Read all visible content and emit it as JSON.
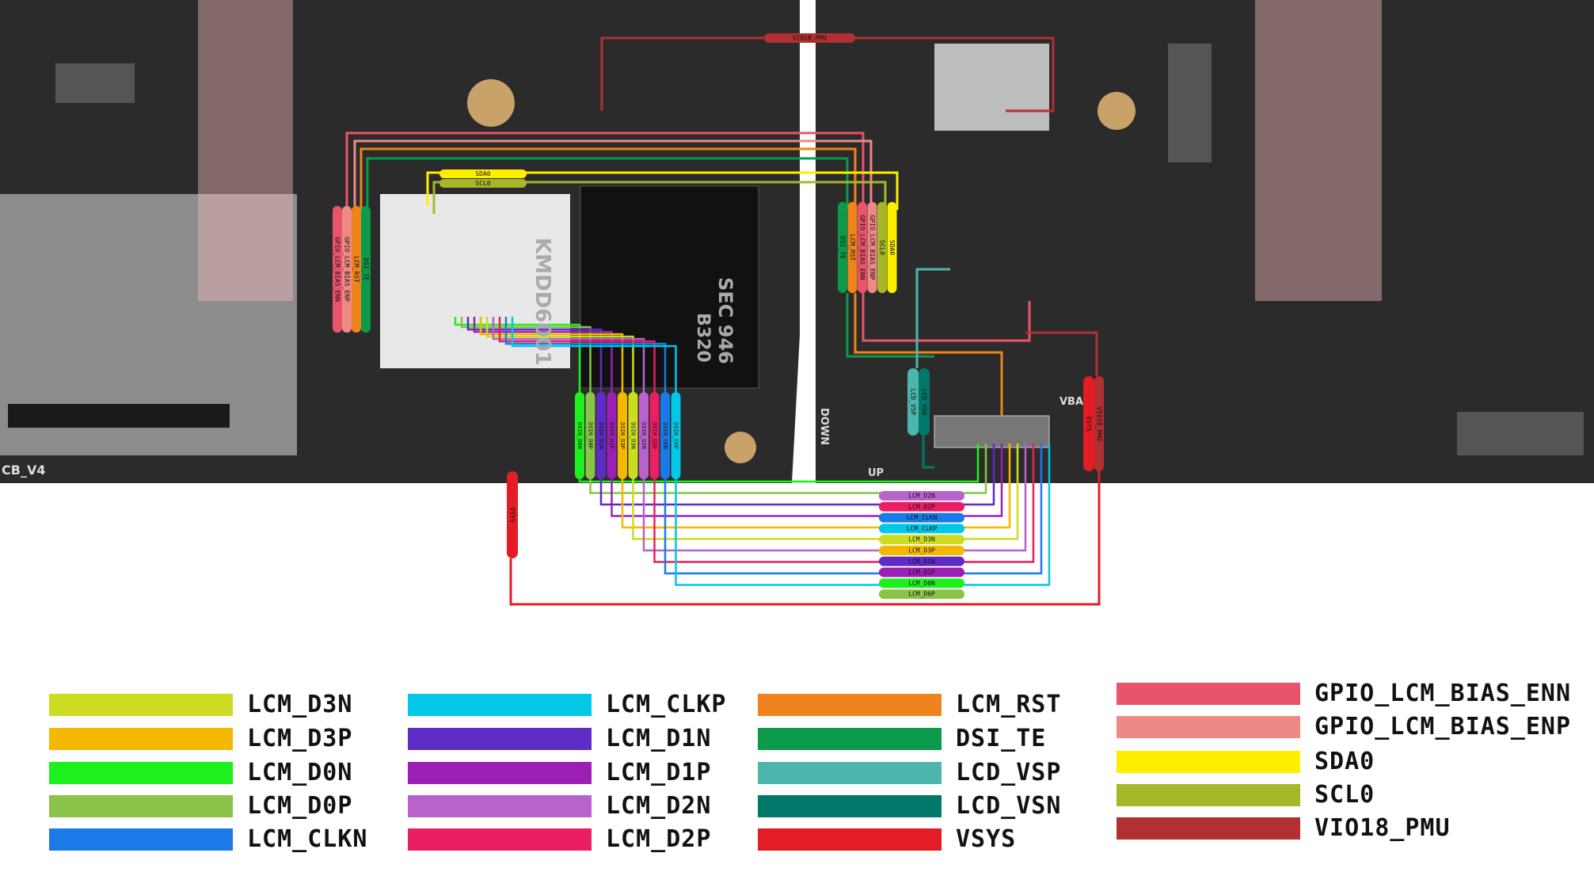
{
  "board_marks": {
    "left_board_label": "CB_V4",
    "chip_text_1": "KMDD6001",
    "chip_text_2": "SEC 946",
    "chip_text_3": "B320",
    "down_label": "DOWN",
    "up_label": "UP",
    "vba_label": "VBA"
  },
  "signals": {
    "lcm_d3n": {
      "label": "LCM_D3N",
      "color": "#cddc22"
    },
    "lcm_d3p": {
      "label": "LCM_D3P",
      "color": "#f5b800"
    },
    "lcm_d0n": {
      "label": "LCM_D0N",
      "color": "#1ef01e"
    },
    "lcm_d0p": {
      "label": "LCM_D0P",
      "color": "#8bc34a"
    },
    "lcm_clkn": {
      "label": "LCM_CLKN",
      "color": "#1a7be8"
    },
    "lcm_clkp": {
      "label": "LCM_CLKP",
      "color": "#00c8e6"
    },
    "lcm_d1n": {
      "label": "LCM_D1N",
      "color": "#5e2bc4"
    },
    "lcm_d1p": {
      "label": "LCM_D1P",
      "color": "#9c1fb5"
    },
    "lcm_d2n": {
      "label": "LCM_D2N",
      "color": "#b862cc"
    },
    "lcm_d2p": {
      "label": "LCM_D2P",
      "color": "#e91e63"
    },
    "lcm_rst": {
      "label": "LCM_RST",
      "color": "#f0841c"
    },
    "dsi_te": {
      "label": "DSI_TE",
      "color": "#0a9a4a"
    },
    "lcd_vsp": {
      "label": "LCD_VSP",
      "color": "#4db6ac"
    },
    "lcd_vsn": {
      "label": "LCD_VSN",
      "color": "#00796b"
    },
    "vsys": {
      "label": "VSYS",
      "color": "#e31c25"
    },
    "gpio_lcm_bias_enn": {
      "label": "GPIO_LCM_BIAS_ENN",
      "color": "#e9546b"
    },
    "gpio_lcm_bias_enp": {
      "label": "GPIO_LCM_BIAS_ENP",
      "color": "#ee8a86"
    },
    "sda0": {
      "label": "SDA0",
      "color": "#ffee00"
    },
    "scl0": {
      "label": "SCL0",
      "color": "#a6b82a"
    },
    "vio18_pmu": {
      "label": "VIO18_PMU",
      "color": "#b22f32"
    }
  },
  "legend_columns": [
    [
      "lcm_d3n",
      "lcm_d3p",
      "lcm_d0n",
      "lcm_d0p",
      "lcm_clkn"
    ],
    [
      "lcm_clkp",
      "lcm_d1n",
      "lcm_d1p",
      "lcm_d2n",
      "lcm_d2p"
    ],
    [
      "lcm_rst",
      "dsi_te",
      "lcd_vsp",
      "lcd_vsn",
      "vsys"
    ],
    [
      "gpio_lcm_bias_enn",
      "gpio_lcm_bias_enp",
      "sda0",
      "scl0",
      "vio18_pmu"
    ]
  ],
  "tags": {
    "top_vio18": {
      "text": "VIO18_PMU",
      "signal": "vio18_pmu"
    },
    "sda0_tag": {
      "text": "SDA0",
      "signal": "sda0"
    },
    "scl0_tag": {
      "text": "SCL0",
      "signal": "scl0"
    },
    "left_vert": [
      {
        "text": "GPIO_LCM_BIAS_ENN",
        "signal": "gpio_lcm_bias_enn"
      },
      {
        "text": "GPIO_LCM_BIAS_ENP",
        "signal": "gpio_lcm_bias_enp"
      },
      {
        "text": "LCM_RST",
        "signal": "lcm_rst"
      },
      {
        "text": "DSI_TE",
        "signal": "dsi_te"
      }
    ],
    "right_vert": [
      {
        "text": "DSI_TE",
        "signal": "dsi_te"
      },
      {
        "text": "LCM_RST",
        "signal": "lcm_rst"
      },
      {
        "text": "GPIO_LCM_BIAS_ENN",
        "signal": "gpio_lcm_bias_enn"
      },
      {
        "text": "GPIO_LCM_BIAS_ENP",
        "signal": "gpio_lcm_bias_enp"
      },
      {
        "text": "SCL0",
        "signal": "scl0"
      },
      {
        "text": "SDA0",
        "signal": "sda0"
      }
    ],
    "dsi_vert": [
      {
        "text": "DSI0_D0N",
        "signal": "lcm_d0n"
      },
      {
        "text": "DSI0_D0P",
        "signal": "lcm_d0p"
      },
      {
        "text": "DSI0_D1N",
        "signal": "lcm_d1n"
      },
      {
        "text": "DSI0_D1P",
        "signal": "lcm_d1p"
      },
      {
        "text": "DSI0_D3P",
        "signal": "lcm_d3p"
      },
      {
        "text": "DSI0_D3N",
        "signal": "lcm_d3n"
      },
      {
        "text": "DSI0_D2N",
        "signal": "lcm_d2n"
      },
      {
        "text": "DSI0_D2P",
        "signal": "lcm_d2p"
      },
      {
        "text": "DSI0_CKN",
        "signal": "lcm_clkn"
      },
      {
        "text": "DSI0_CKP",
        "signal": "lcm_clkp"
      }
    ],
    "lcd_vsp_tag": {
      "text": "LCD_VSP",
      "signal": "lcd_vsp"
    },
    "lcd_vsn_tag": {
      "text": "LCD_VSN",
      "signal": "lcd_vsn"
    },
    "vsys_right": {
      "text": "VSYS",
      "signal": "vsys"
    },
    "vio18_right": {
      "text": "VIO18_PMU",
      "signal": "vio18_pmu"
    },
    "vsys_left": {
      "text": "VSYS",
      "signal": "vsys"
    },
    "center_stack": [
      {
        "text": "LCM_D2N",
        "signal": "lcm_d2n"
      },
      {
        "text": "LCM_D2P",
        "signal": "lcm_d2p"
      },
      {
        "text": "LCM_CLKN",
        "signal": "lcm_clkn"
      },
      {
        "text": "LCM_CLKP",
        "signal": "lcm_clkp"
      },
      {
        "text": "LCM_D3N",
        "signal": "lcm_d3n"
      },
      {
        "text": "LCM_D3P",
        "signal": "lcm_d3p"
      },
      {
        "text": "LCM_D1N",
        "signal": "lcm_d1n"
      },
      {
        "text": "LCM_D1P",
        "signal": "lcm_d1p"
      },
      {
        "text": "LCM_D0N",
        "signal": "lcm_d0n"
      },
      {
        "text": "LCM_D0P",
        "signal": "lcm_d0p"
      }
    ]
  }
}
